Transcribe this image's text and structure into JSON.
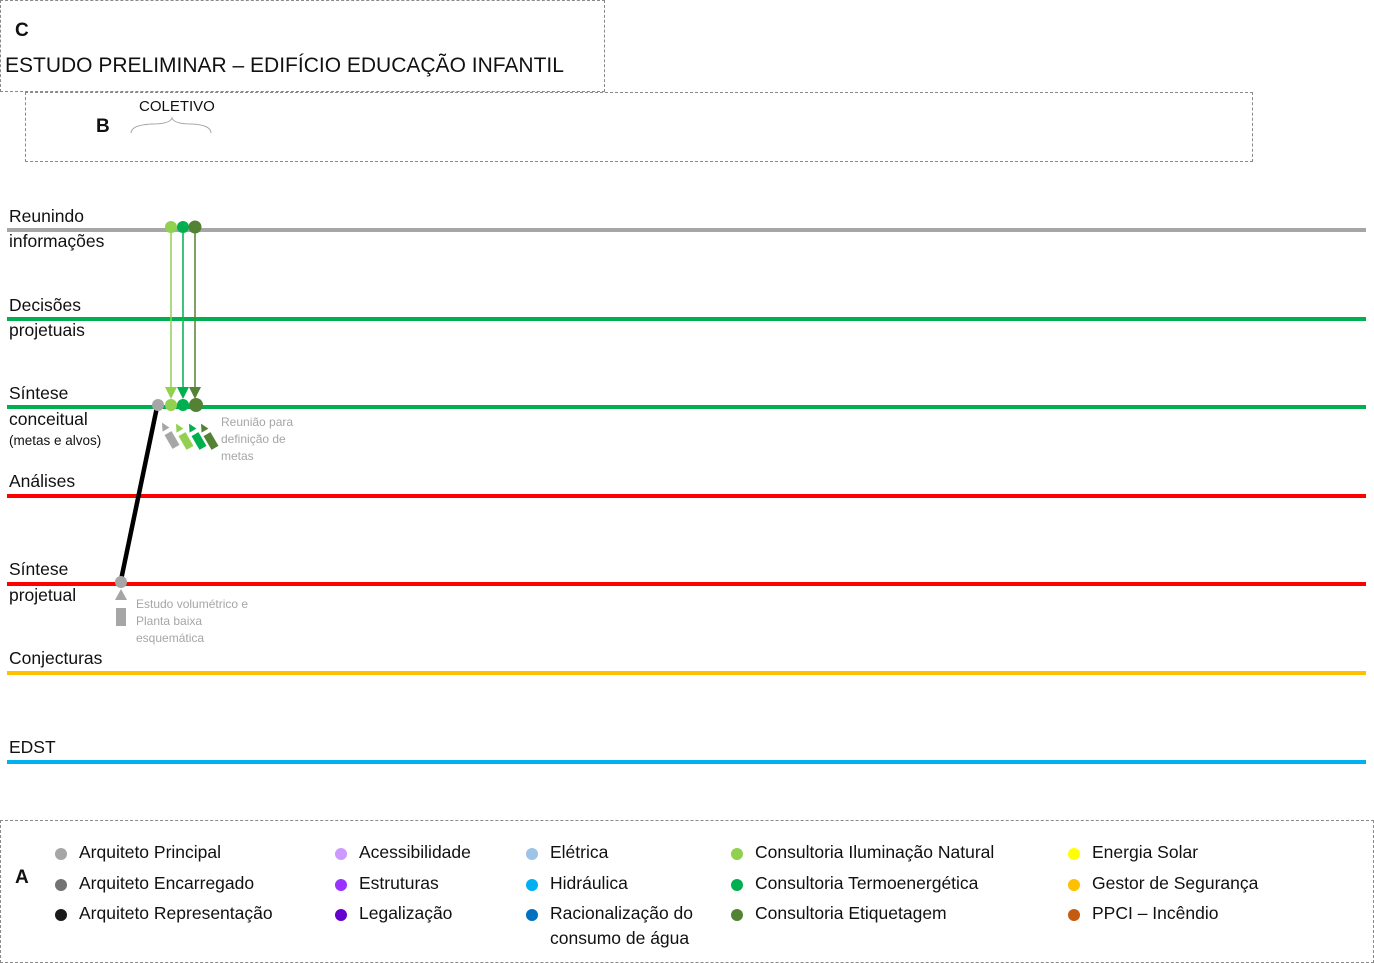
{
  "header": {
    "letter_c": "C",
    "title": "ESTUDO PRELIMINAR – EDIFÍCIO EDUCAÇÃO INFANTIL",
    "letter_b": "B",
    "coletivo": "COLETIVO",
    "letter_a": "A"
  },
  "lanes": [
    {
      "line1": "Reunindo",
      "line2": "informações",
      "color": "#a6a6a6"
    },
    {
      "line1": "Decisões",
      "line2": "projetuais",
      "color": "#00b050"
    },
    {
      "line1": "Síntese",
      "line2": "conceitual",
      "sub": "(metas e alvos)",
      "color": "#00b050"
    },
    {
      "line1": "Análises",
      "color": "#ff0000"
    },
    {
      "line1": "Síntese",
      "line2": "projetual",
      "color": "#ff0000"
    },
    {
      "line1": "Conjecturas",
      "color": "#ffc000"
    },
    {
      "line1": "EDST",
      "color": "#00b0f0"
    }
  ],
  "notes": {
    "meeting": [
      "Reunião para",
      "definição de",
      "metas"
    ],
    "study": [
      "Estudo volumétrico e",
      "Planta baixa",
      "esquemática"
    ]
  },
  "legend": [
    [
      {
        "label": "Arquiteto Principal",
        "color": "#a6a6a6"
      },
      {
        "label": "Arquiteto Encarregado",
        "color": "#737373"
      },
      {
        "label": "Arquiteto Representação",
        "color": "#1a1a1a"
      }
    ],
    [
      {
        "label": "Acessibilidade",
        "color": "#cc99ff"
      },
      {
        "label": "Estruturas",
        "color": "#9933ff"
      },
      {
        "label": "Legalização",
        "color": "#6600cc"
      }
    ],
    [
      {
        "label": "Elétrica",
        "color": "#9dc3e6"
      },
      {
        "label": "Hidráulica",
        "color": "#00b0f0"
      },
      {
        "label": "Racionalização do",
        "label2": "consumo de água",
        "color": "#0070c0"
      }
    ],
    [
      {
        "label": "Consultoria Iluminação Natural",
        "color": "#92d050"
      },
      {
        "label": "Consultoria Termoenergética",
        "color": "#00b050"
      },
      {
        "label": "Consultoria Etiquetagem",
        "color": "#548235"
      }
    ],
    [
      {
        "label": "Energia Solar",
        "color": "#ffff00"
      },
      {
        "label": "Gestor de Segurança",
        "color": "#ffc000"
      },
      {
        "label": "PPCI – Incêndio",
        "color": "#c55a11"
      }
    ]
  ]
}
